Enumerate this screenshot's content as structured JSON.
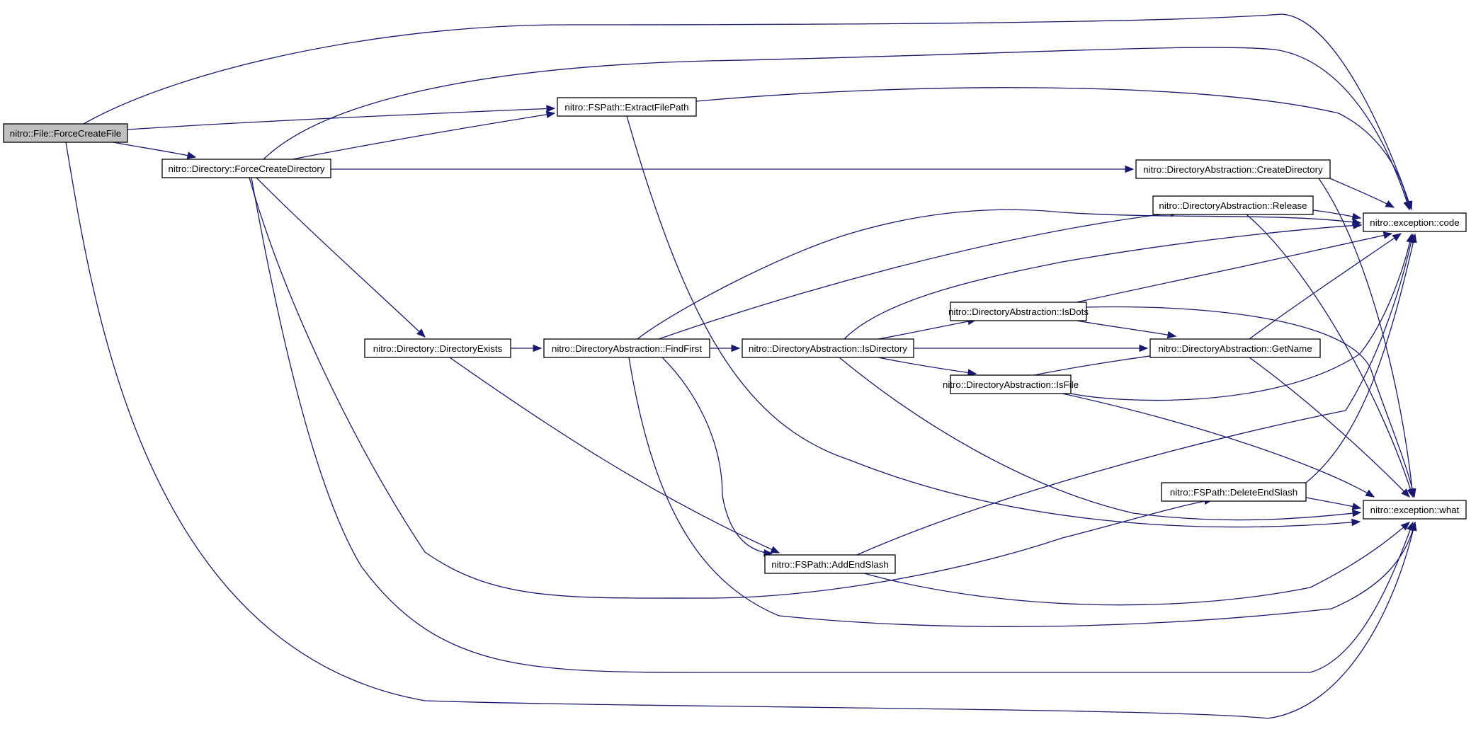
{
  "diagram": {
    "type": "call-graph",
    "colors": {
      "edge": "#191970",
      "root_fill": "#bfbfbf",
      "node_fill": "#ffffff",
      "border": "#000000"
    },
    "nodes": [
      {
        "id": "force_create_file",
        "label": "nitro::File::ForceCreateFile",
        "root": true
      },
      {
        "id": "force_create_directory",
        "label": "nitro::Directory::ForceCreateDirectory"
      },
      {
        "id": "extract_file_path",
        "label": "nitro::FSPath::ExtractFilePath"
      },
      {
        "id": "directory_exists",
        "label": "nitro::Directory::DirectoryExists"
      },
      {
        "id": "find_first",
        "label": "nitro::DirectoryAbstraction::FindFirst"
      },
      {
        "id": "is_directory",
        "label": "nitro::DirectoryAbstraction::IsDirectory"
      },
      {
        "id": "is_dots",
        "label": "nitro::DirectoryAbstraction::IsDots"
      },
      {
        "id": "is_file",
        "label": "nitro::DirectoryAbstraction::IsFile"
      },
      {
        "id": "create_directory",
        "label": "nitro::DirectoryAbstraction::CreateDirectory"
      },
      {
        "id": "release",
        "label": "nitro::DirectoryAbstraction::Release"
      },
      {
        "id": "get_name",
        "label": "nitro::DirectoryAbstraction::GetName"
      },
      {
        "id": "add_end_slash",
        "label": "nitro::FSPath::AddEndSlash"
      },
      {
        "id": "delete_end_slash",
        "label": "nitro::FSPath::DeleteEndSlash"
      },
      {
        "id": "exception_code",
        "label": "nitro::exception::code"
      },
      {
        "id": "exception_what",
        "label": "nitro::exception::what"
      }
    ],
    "edges": [
      {
        "from": "force_create_file",
        "to": "exception_code"
      },
      {
        "from": "force_create_file",
        "to": "extract_file_path"
      },
      {
        "from": "force_create_file",
        "to": "force_create_directory"
      },
      {
        "from": "force_create_file",
        "to": "exception_what"
      },
      {
        "from": "force_create_directory",
        "to": "exception_code"
      },
      {
        "from": "force_create_directory",
        "to": "extract_file_path"
      },
      {
        "from": "force_create_directory",
        "to": "create_directory"
      },
      {
        "from": "force_create_directory",
        "to": "directory_exists"
      },
      {
        "from": "force_create_directory",
        "to": "delete_end_slash"
      },
      {
        "from": "force_create_directory",
        "to": "exception_what"
      },
      {
        "from": "extract_file_path",
        "to": "exception_code"
      },
      {
        "from": "extract_file_path",
        "to": "exception_what"
      },
      {
        "from": "create_directory",
        "to": "exception_code"
      },
      {
        "from": "create_directory",
        "to": "exception_what"
      },
      {
        "from": "release",
        "to": "exception_code"
      },
      {
        "from": "release",
        "to": "exception_what"
      },
      {
        "from": "directory_exists",
        "to": "find_first"
      },
      {
        "from": "directory_exists",
        "to": "add_end_slash"
      },
      {
        "from": "find_first",
        "to": "exception_code"
      },
      {
        "from": "find_first",
        "to": "release"
      },
      {
        "from": "find_first",
        "to": "is_directory"
      },
      {
        "from": "find_first",
        "to": "add_end_slash"
      },
      {
        "from": "find_first",
        "to": "exception_what"
      },
      {
        "from": "is_directory",
        "to": "exception_code"
      },
      {
        "from": "is_directory",
        "to": "is_dots"
      },
      {
        "from": "is_directory",
        "to": "get_name"
      },
      {
        "from": "is_directory",
        "to": "is_file"
      },
      {
        "from": "is_directory",
        "to": "exception_what"
      },
      {
        "from": "is_dots",
        "to": "exception_code"
      },
      {
        "from": "is_dots",
        "to": "get_name"
      },
      {
        "from": "is_dots",
        "to": "exception_what"
      },
      {
        "from": "is_file",
        "to": "get_name"
      },
      {
        "from": "is_file",
        "to": "exception_code"
      },
      {
        "from": "is_file",
        "to": "exception_what"
      },
      {
        "from": "get_name",
        "to": "exception_code"
      },
      {
        "from": "get_name",
        "to": "exception_what"
      },
      {
        "from": "add_end_slash",
        "to": "exception_code"
      },
      {
        "from": "add_end_slash",
        "to": "exception_what"
      },
      {
        "from": "delete_end_slash",
        "to": "exception_code"
      },
      {
        "from": "delete_end_slash",
        "to": "exception_what"
      }
    ]
  }
}
